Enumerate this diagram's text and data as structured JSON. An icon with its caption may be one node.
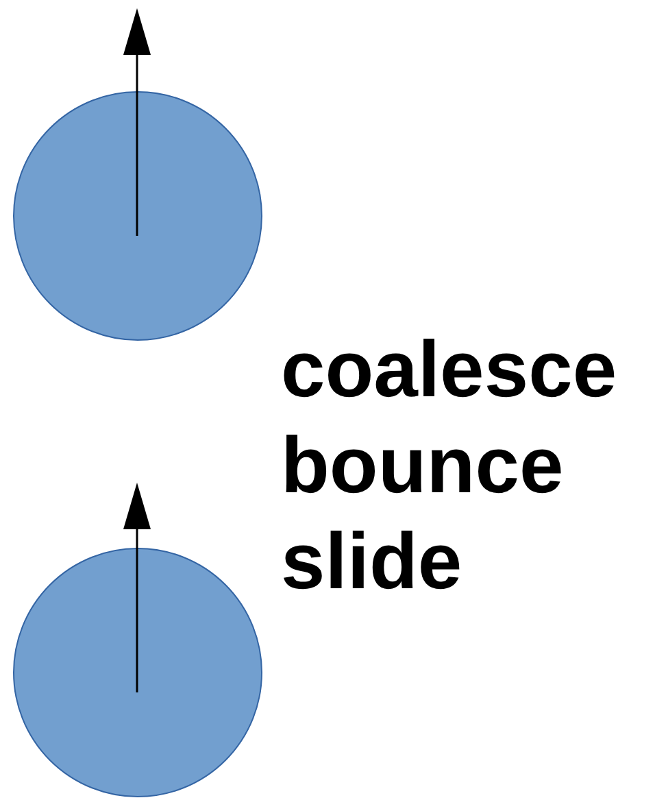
{
  "diagram": {
    "nodes": [
      {
        "text": [],
        "shape": "circle"
      },
      {
        "text": [],
        "shape": "circle"
      }
    ],
    "labels": [
      "coalesce",
      "bounce",
      "slide"
    ]
  }
}
